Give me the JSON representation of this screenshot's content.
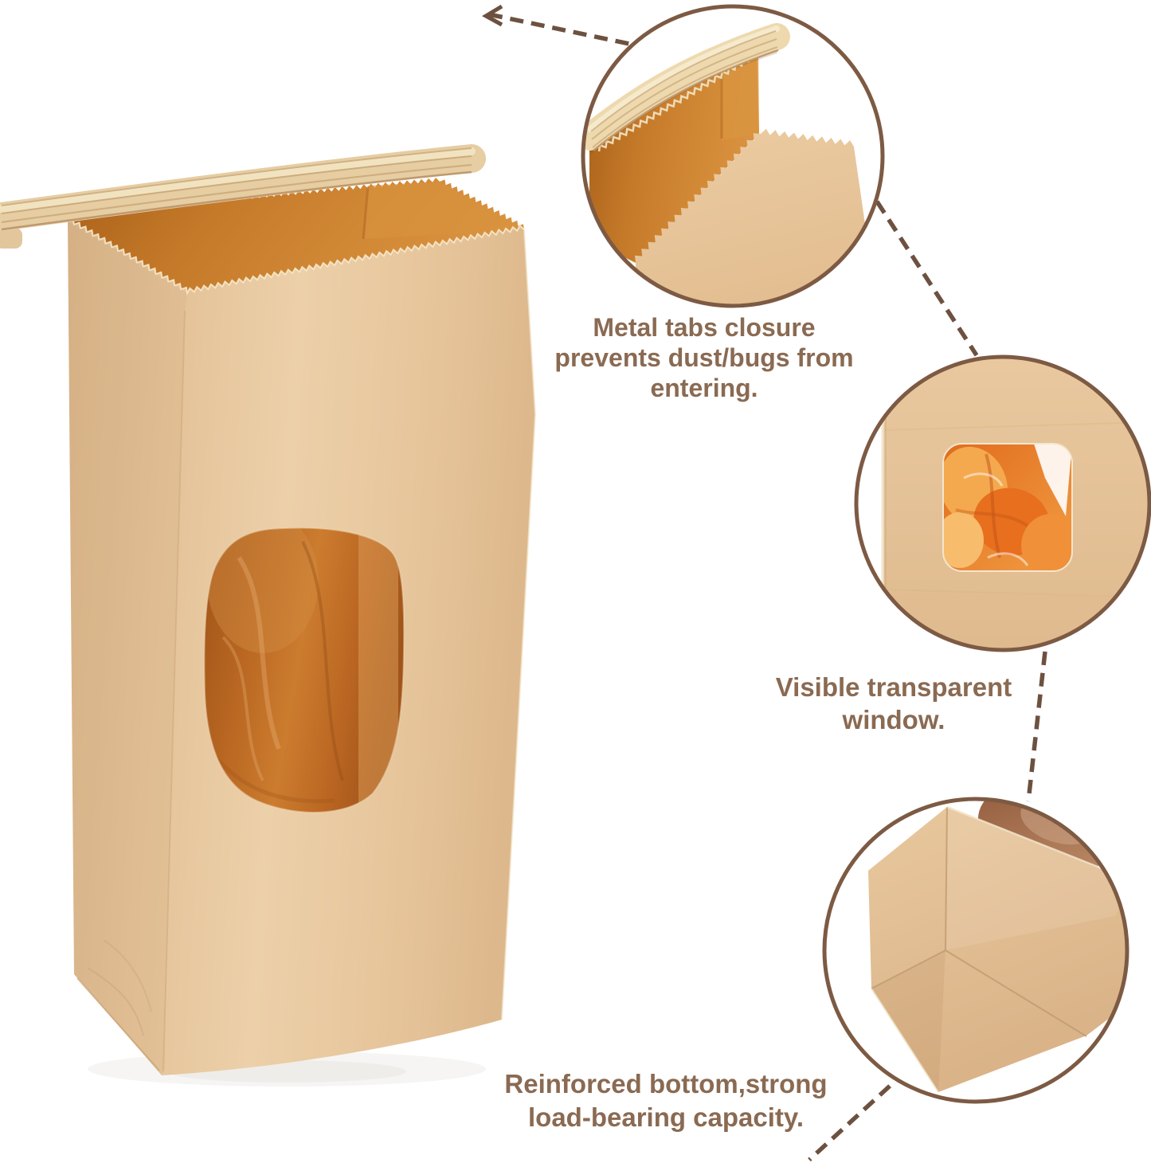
{
  "meta": {
    "type": "product-feature-image",
    "subject": "kraft tin-tie bakery bag with transparent window"
  },
  "colors": {
    "background": "#ffffff",
    "ring": "#7d5a43",
    "connector": "#6d5140",
    "caption_text": "#8a6a52",
    "kraft_paper": "#e5c199",
    "bag_interior": "#c87c2b",
    "window_film": "#b5641f",
    "food": "#ef8630",
    "tin_tie": "#e7cfa4"
  },
  "callouts": [
    {
      "id": "metal-tabs-closure",
      "lines": [
        "Metal tabs closure",
        "prevents dust/bugs from",
        "entering."
      ]
    },
    {
      "id": "visible-window",
      "lines": [
        "Visible transparent",
        "window."
      ]
    },
    {
      "id": "reinforced-bottom",
      "lines": [
        "Reinforced bottom,strong",
        "load-bearing capacity."
      ]
    }
  ]
}
